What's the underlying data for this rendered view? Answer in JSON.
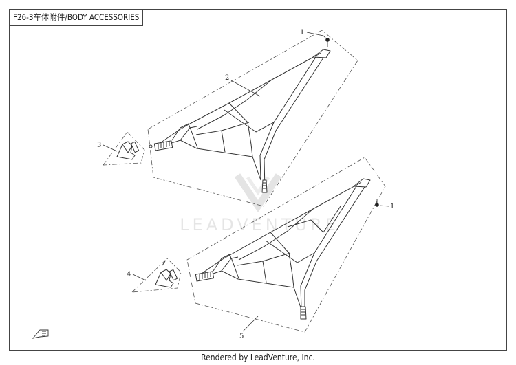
{
  "diagram": {
    "title": "F26-3车体附件/BODY ACCESSORIES",
    "footer": "Rendered by LeadVenture, Inc.",
    "watermark": "LEADVENTURE",
    "callouts": [
      "1",
      "2",
      "3",
      "4",
      "5",
      "1"
    ]
  },
  "colors": {
    "line": "#333333",
    "dash": "#555555",
    "watermark": "#e6e6e6"
  }
}
